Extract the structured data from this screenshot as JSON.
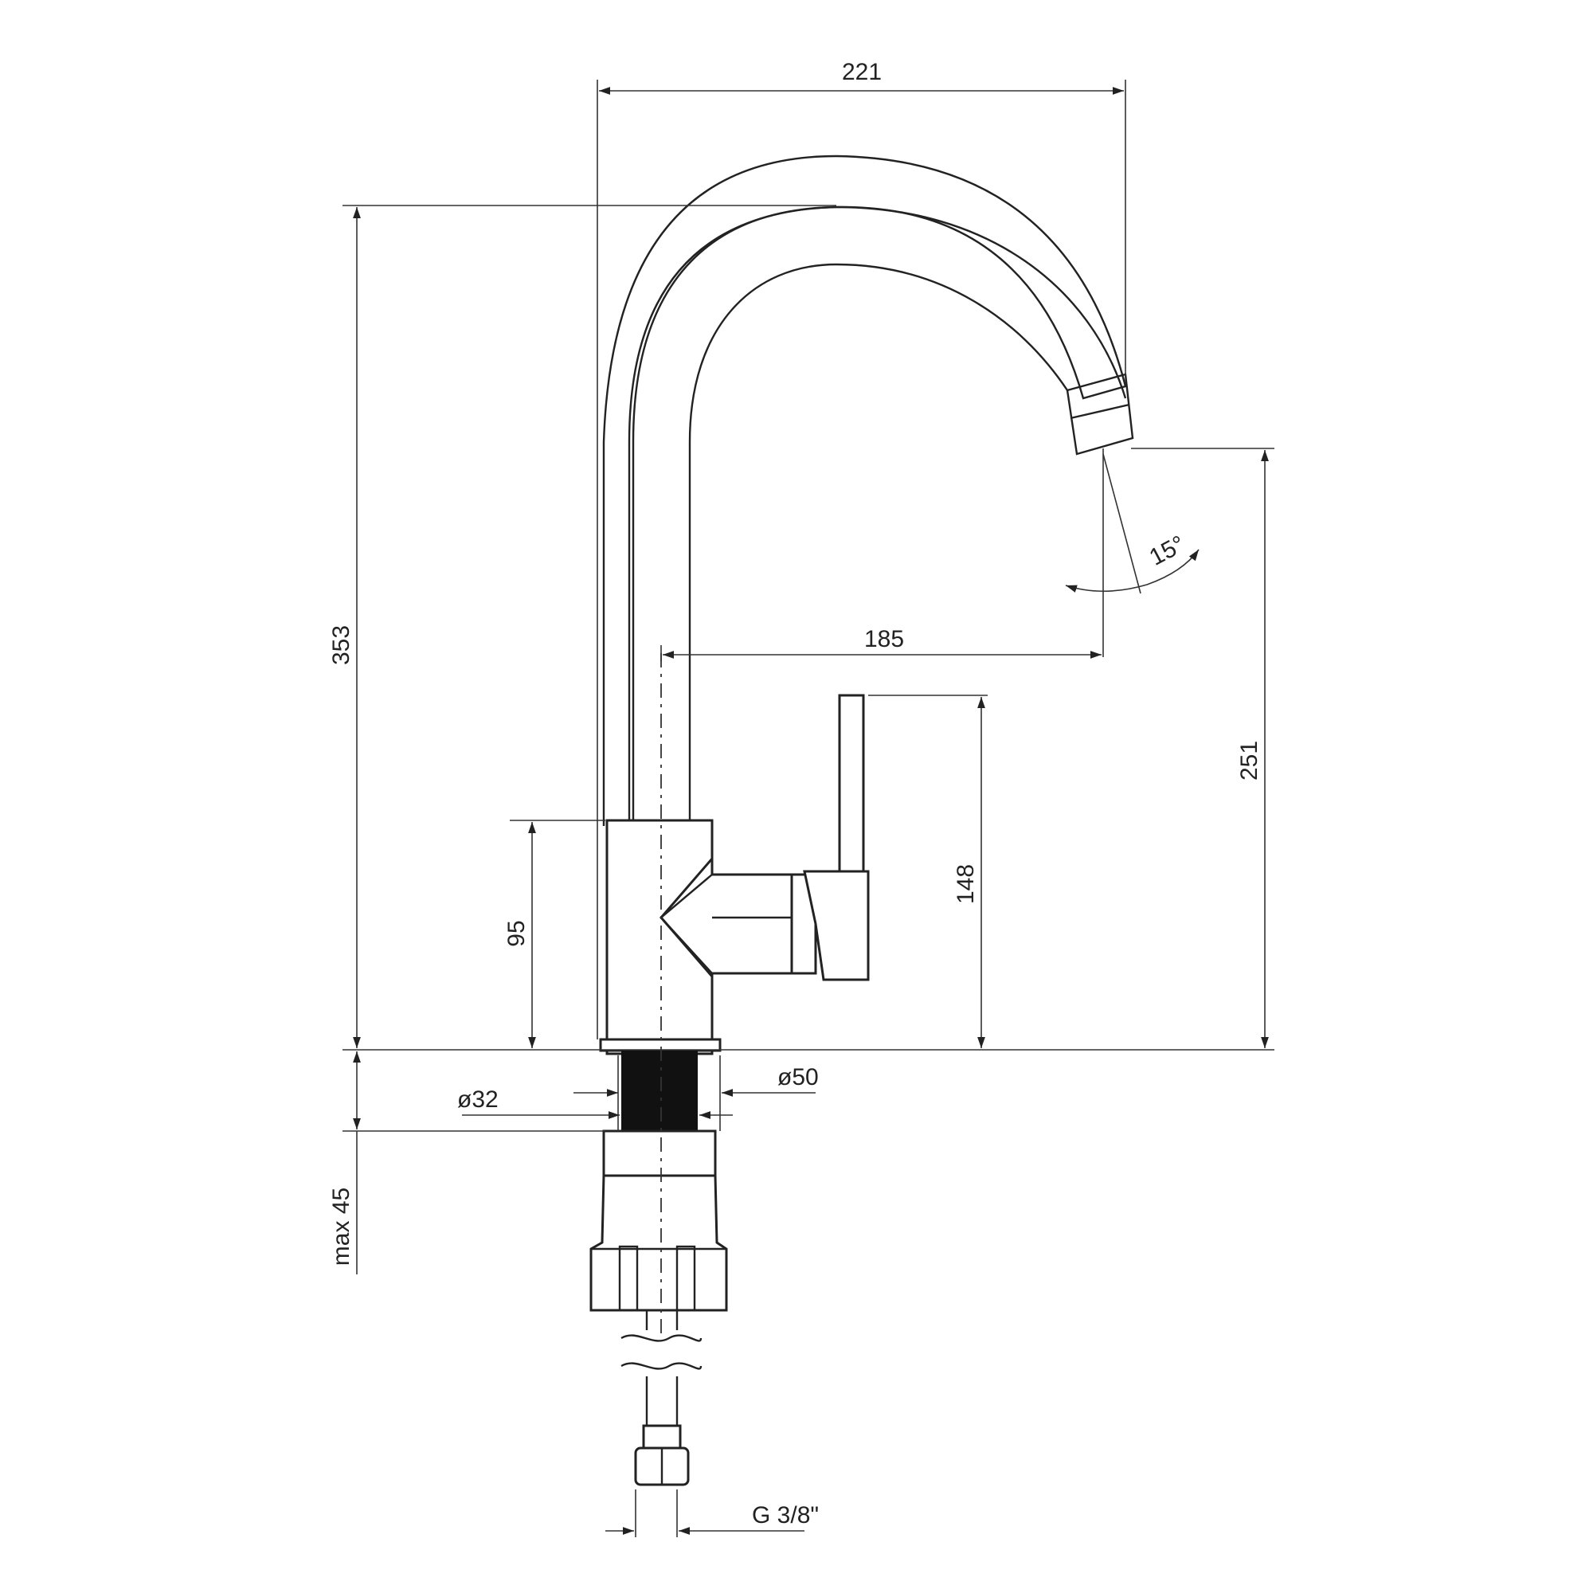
{
  "dimensions": {
    "width_total": "221",
    "height_total": "353",
    "spout_height": "251",
    "spout_reach": "185",
    "lever_height": "148",
    "body_height": "95",
    "base_diameter": "ø50",
    "shank_diameter": "ø32",
    "max_thickness": "max 45",
    "connection_thread": "G 3/8\"",
    "swivel_angle": "15°"
  },
  "colors": {
    "line": "#222222",
    "shank_fill": "#111111",
    "background": "#ffffff"
  }
}
